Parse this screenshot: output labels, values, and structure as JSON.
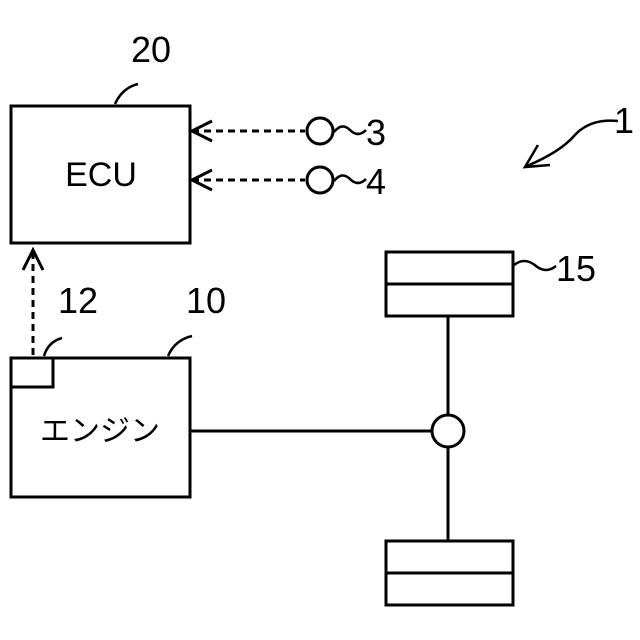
{
  "labels": {
    "ecu": "ECU",
    "engine": "エンジン"
  },
  "refs": {
    "system": "1",
    "ecu": "20",
    "sensor_a": "3",
    "sensor_b": "4",
    "engine": "10",
    "engine_sensor": "12",
    "wheel": "15"
  }
}
